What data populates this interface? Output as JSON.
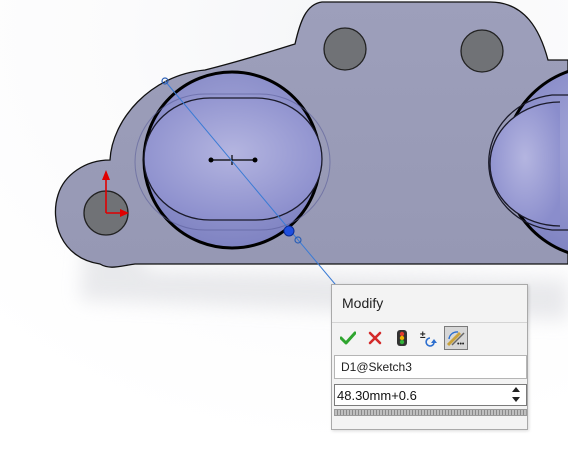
{
  "modify_dialog": {
    "title": "Modify",
    "toolbar": [
      {
        "name": "ok-icon",
        "tooltip": "OK"
      },
      {
        "name": "cancel-icon",
        "tooltip": "Cancel"
      },
      {
        "name": "rebuild-icon",
        "tooltip": "Rebuild"
      },
      {
        "name": "reverse-dimension-icon",
        "tooltip": "Reverse"
      },
      {
        "name": "mark-for-drawing-icon",
        "tooltip": "Mark for drawing"
      }
    ],
    "dimension_name": "D1@Sketch3",
    "value": "48.30mm+0.6"
  },
  "colors": {
    "part_face": "#9a9cb8",
    "hole_face": "#8f92c8",
    "dimension_line": "#3a7bd5",
    "origin_x": "#e00000",
    "origin_y": "#e00000",
    "ok_green": "#2fa52f",
    "cancel_red": "#d42a2a"
  }
}
